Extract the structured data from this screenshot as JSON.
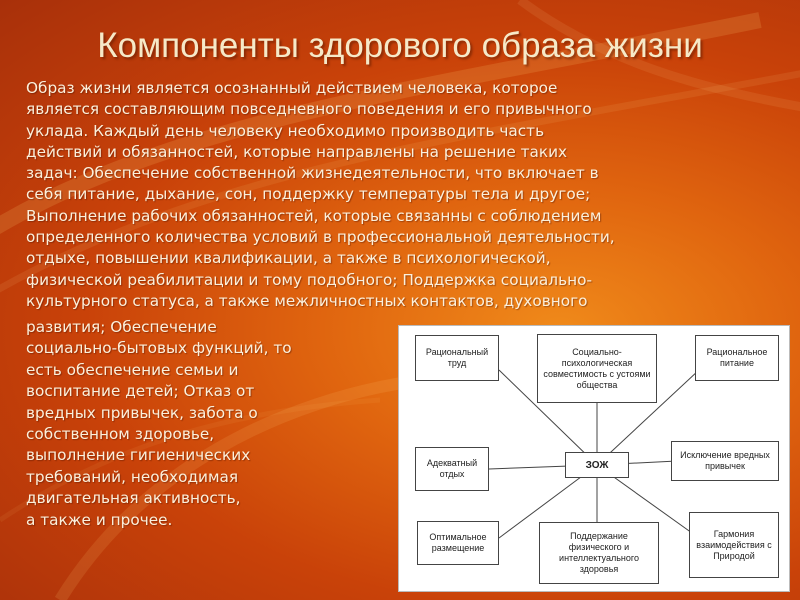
{
  "title": "Компоненты здорового образа жизни",
  "paragraph_top_lines": [
    "Образ жизни является осознанный действием человека, которое",
    "является составляющим повседневного поведения и его привычного",
    "уклада. Каждый день человеку необходимо производить часть",
    "действий и обязанностей, которые направлены на решение таких",
    "задач: Обеспечение собственной жизнедеятельности, что включает в",
    "себя питание, дыхание, сон, поддержку температуры тела и другое;",
    "Выполнение рабочих обязанностей, которые связанны с соблюдением",
    "определенного количества условий в профессиональной деятельности,",
    "отдыхе, повышении квалификации, а также в психологической,",
    "физической реабилитации и тому подобного; Поддержка социально-",
    "культурного статуса, а также межличностных контактов, духовного"
  ],
  "paragraph_left_lines": [
    "развития; Обеспечение",
    "социально-бытовых функций, то",
    "есть обеспечение семьи и",
    "воспитание детей; Отказ от",
    "вредных привычек, забота о",
    "собственном здоровье,",
    "выполнение гигиенических",
    "требований, необходимая",
    "двигательная активность,",
    "а также и прочее."
  ],
  "diagram": {
    "center": "ЗОЖ",
    "nodes": {
      "work": [
        "Рациональный",
        "труд"
      ],
      "social": [
        "Социально-",
        "психологическая",
        "совместимость с устоями",
        "общества"
      ],
      "nutrition": [
        "Рациональное",
        "питание"
      ],
      "rest": [
        "Адекватный",
        "отдых"
      ],
      "habits": [
        "Исключение вредных",
        "привычек"
      ],
      "placement": [
        "Оптимальное",
        "размещение"
      ],
      "support": [
        "Поддержание",
        "физического и",
        "интеллектуального",
        "здоровья"
      ],
      "harmony": [
        "Гармония",
        "взаимодействия с",
        "Природой"
      ]
    }
  }
}
